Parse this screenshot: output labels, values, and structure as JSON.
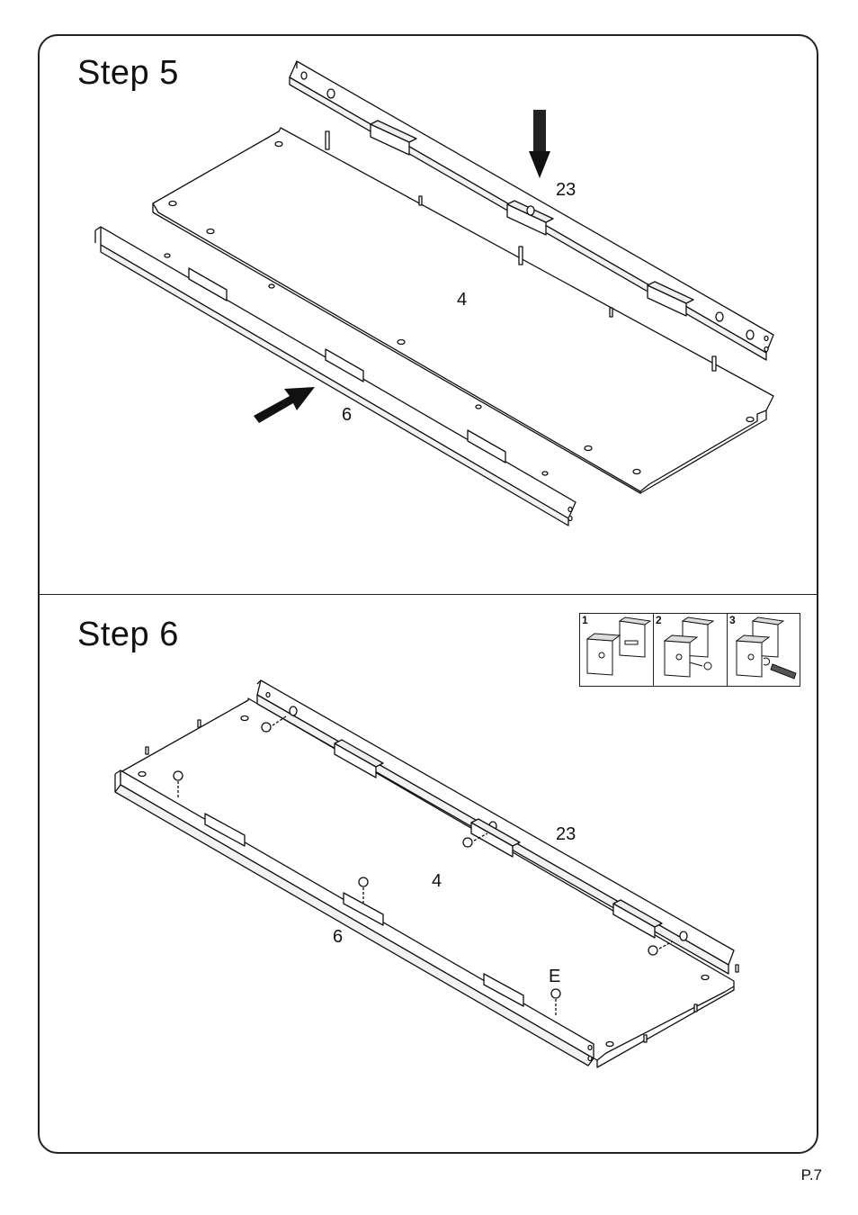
{
  "step5": {
    "title": "Step  5",
    "labels": {
      "part_23": "23",
      "part_4": "4",
      "part_6": "6"
    }
  },
  "step6": {
    "title": "Step  6",
    "labels": {
      "part_23": "23",
      "part_4": "4",
      "part_6": "6",
      "hardware_e": "E"
    },
    "inset": {
      "steps": [
        "1",
        "2",
        "3"
      ]
    }
  },
  "footer": {
    "page": "P.7"
  }
}
